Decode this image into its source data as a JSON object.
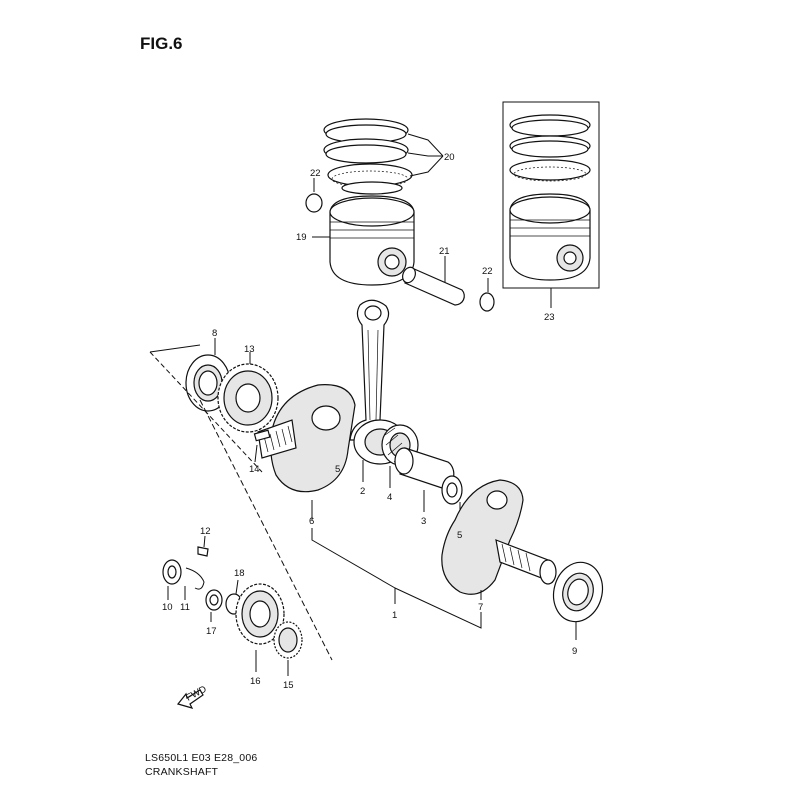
{
  "figure": {
    "title": "FIG.6",
    "code": "LS650L1 E03 E28_006",
    "name": "CRANKSHAFT"
  },
  "fwd_label": "FWD",
  "callouts": {
    "c1": "1",
    "c2": "2",
    "c3": "3",
    "c4": "4",
    "c5a": "5",
    "c5b": "5",
    "c6": "6",
    "c7": "7",
    "c8": "8",
    "c9": "9",
    "c10": "10",
    "c11": "11",
    "c12": "12",
    "c13": "13",
    "c14": "14",
    "c15": "15",
    "c16": "16",
    "c17": "17",
    "c18": "18",
    "c19": "19",
    "c20": "20",
    "c21": "21",
    "c22a": "22",
    "c22b": "22",
    "c23": "23"
  }
}
